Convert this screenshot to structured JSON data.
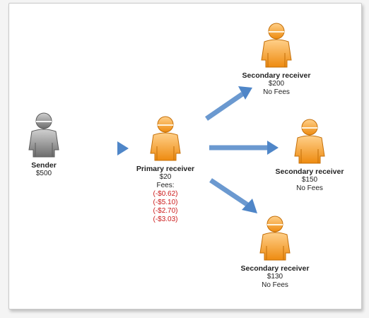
{
  "sender": {
    "title": "Sender",
    "amount": "$500"
  },
  "primary": {
    "title": "Primary receiver",
    "amount": "$20",
    "fees_label": "Fees:",
    "fees": [
      "(-$0.62)",
      "(-$5.10)",
      "(-$2.70)",
      "(-$3.03)"
    ]
  },
  "secondary": [
    {
      "title": "Secondary receiver",
      "amount": "$200",
      "note": "No Fees"
    },
    {
      "title": "Secondary receiver",
      "amount": "$150",
      "note": "No Fees"
    },
    {
      "title": "Secondary receiver",
      "amount": "$130",
      "note": "No Fees"
    }
  ],
  "colors": {
    "arrow": "#5b8fcc",
    "person_orange": "#f39a1a",
    "person_gray": "#8a8a8a",
    "fee_text": "#cc1a1a"
  }
}
